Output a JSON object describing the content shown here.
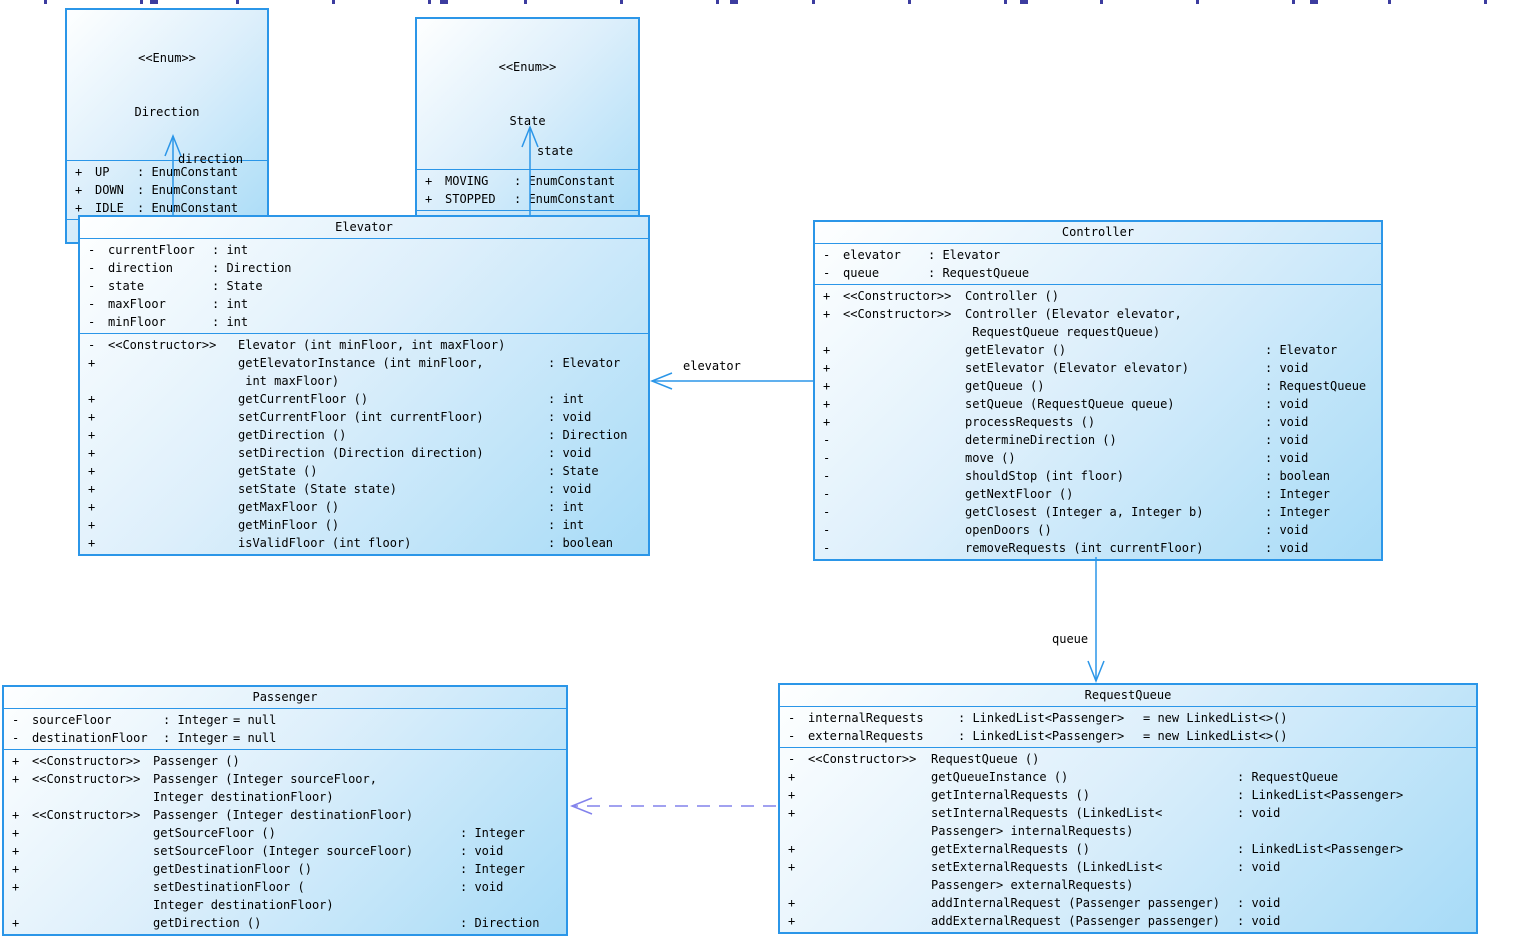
{
  "colors": {
    "box_border": "#2b96e8",
    "association_line": "#2b96e8",
    "dependency_line": "#8282ec",
    "box_fill_light": "#feffff",
    "box_fill_dark": "#a7dbf7"
  },
  "classes": [
    {
      "stereotype": "<<Enum>>",
      "name": "Direction",
      "attributes": [
        {
          "v": "+",
          "n": "UP",
          "t": ": EnumConstant",
          "d": ""
        },
        {
          "v": "+",
          "n": "DOWN",
          "t": ": EnumConstant",
          "d": ""
        },
        {
          "v": "+",
          "n": "IDLE",
          "t": ": EnumConstant",
          "d": ""
        }
      ],
      "methods": []
    },
    {
      "stereotype": "<<Enum>>",
      "name": "State",
      "attributes": [
        {
          "v": "+",
          "n": "MOVING",
          "t": ": EnumConstant",
          "d": ""
        },
        {
          "v": "+",
          "n": "STOPPED",
          "t": ": EnumConstant",
          "d": ""
        }
      ],
      "methods": []
    },
    {
      "stereotype": "",
      "name": "Elevator",
      "attributes": [
        {
          "v": "-",
          "n": "currentFloor",
          "t": ": int",
          "d": ""
        },
        {
          "v": "-",
          "n": "direction",
          "t": ": Direction",
          "d": ""
        },
        {
          "v": "-",
          "n": "state",
          "t": ": State",
          "d": ""
        },
        {
          "v": "-",
          "n": "maxFloor",
          "t": ": int",
          "d": ""
        },
        {
          "v": "-",
          "n": "minFloor",
          "t": ": int",
          "d": ""
        }
      ],
      "methods": [
        {
          "v": "-",
          "st": "<<Constructor>>",
          "s": "Elevator (int minFloor, int maxFloor)",
          "r": ""
        },
        {
          "v": "+",
          "st": "",
          "s": "getElevatorInstance (int minFloor,",
          "r": ": Elevator"
        },
        {
          "v": "",
          "st": "",
          "s": " int maxFloor)",
          "r": ""
        },
        {
          "v": "+",
          "st": "",
          "s": "getCurrentFloor ()",
          "r": ": int"
        },
        {
          "v": "+",
          "st": "",
          "s": "setCurrentFloor (int currentFloor)",
          "r": ": void"
        },
        {
          "v": "+",
          "st": "",
          "s": "getDirection ()",
          "r": ": Direction"
        },
        {
          "v": "+",
          "st": "",
          "s": "setDirection (Direction direction)",
          "r": ": void"
        },
        {
          "v": "+",
          "st": "",
          "s": "getState ()",
          "r": ": State"
        },
        {
          "v": "+",
          "st": "",
          "s": "setState (State state)",
          "r": ": void"
        },
        {
          "v": "+",
          "st": "",
          "s": "getMaxFloor ()",
          "r": ": int"
        },
        {
          "v": "+",
          "st": "",
          "s": "getMinFloor ()",
          "r": ": int"
        },
        {
          "v": "+",
          "st": "",
          "s": "isValidFloor (int floor)",
          "r": ": boolean"
        }
      ]
    },
    {
      "stereotype": "",
      "name": "Controller",
      "attributes": [
        {
          "v": "-",
          "n": "elevator",
          "t": ": Elevator",
          "d": ""
        },
        {
          "v": "-",
          "n": "queue",
          "t": ": RequestQueue",
          "d": ""
        }
      ],
      "methods": [
        {
          "v": "+",
          "st": "<<Constructor>>",
          "s": "Controller ()",
          "r": ""
        },
        {
          "v": "+",
          "st": "<<Constructor>>",
          "s": "Controller (Elevator elevator,",
          "r": ""
        },
        {
          "v": "",
          "st": "",
          "s": " RequestQueue requestQueue)",
          "r": ""
        },
        {
          "v": "+",
          "st": "",
          "s": "getElevator ()",
          "r": ": Elevator"
        },
        {
          "v": "+",
          "st": "",
          "s": "setElevator (Elevator elevator)",
          "r": ": void"
        },
        {
          "v": "+",
          "st": "",
          "s": "getQueue ()",
          "r": ": RequestQueue"
        },
        {
          "v": "+",
          "st": "",
          "s": "setQueue (RequestQueue queue)",
          "r": ": void"
        },
        {
          "v": "+",
          "st": "",
          "s": "processRequests ()",
          "r": ": void"
        },
        {
          "v": "-",
          "st": "",
          "s": "determineDirection ()",
          "r": ": void"
        },
        {
          "v": "-",
          "st": "",
          "s": "move ()",
          "r": ": void"
        },
        {
          "v": "-",
          "st": "",
          "s": "shouldStop (int floor)",
          "r": ": boolean"
        },
        {
          "v": "-",
          "st": "",
          "s": "getNextFloor ()",
          "r": ": Integer"
        },
        {
          "v": "-",
          "st": "",
          "s": "getClosest (Integer a, Integer b)",
          "r": ": Integer"
        },
        {
          "v": "-",
          "st": "",
          "s": "openDoors ()",
          "r": ": void"
        },
        {
          "v": "-",
          "st": "",
          "s": "removeRequests (int currentFloor)",
          "r": ": void"
        }
      ]
    },
    {
      "stereotype": "",
      "name": "Passenger",
      "attributes": [
        {
          "v": "-",
          "n": "sourceFloor",
          "t": ": Integer",
          "d": "= null"
        },
        {
          "v": "-",
          "n": "destinationFloor",
          "t": ": Integer",
          "d": "= null"
        }
      ],
      "methods": [
        {
          "v": "+",
          "st": "<<Constructor>>",
          "s": "Passenger ()",
          "r": ""
        },
        {
          "v": "+",
          "st": "<<Constructor>>",
          "s": "Passenger (Integer sourceFloor,",
          "r": ""
        },
        {
          "v": "",
          "st": "",
          "s": "Integer destinationFloor)",
          "r": ""
        },
        {
          "v": "+",
          "st": "<<Constructor>>",
          "s": "Passenger (Integer destinationFloor)",
          "r": ""
        },
        {
          "v": "+",
          "st": "",
          "s": "getSourceFloor ()",
          "r": ": Integer"
        },
        {
          "v": "+",
          "st": "",
          "s": "setSourceFloor (Integer sourceFloor)",
          "r": ": void"
        },
        {
          "v": "+",
          "st": "",
          "s": "getDestinationFloor ()",
          "r": ": Integer"
        },
        {
          "v": "+",
          "st": "",
          "s": "setDestinationFloor (",
          "r": ": void"
        },
        {
          "v": "",
          "st": "",
          "s": "Integer destinationFloor)",
          "r": ""
        },
        {
          "v": "+",
          "st": "",
          "s": "getDirection ()",
          "r": ": Direction"
        }
      ]
    },
    {
      "stereotype": "",
      "name": "RequestQueue",
      "attributes": [
        {
          "v": "-",
          "n": "internalRequests",
          "t": ": LinkedList<Passenger>",
          "d": "= new LinkedList<>()"
        },
        {
          "v": "-",
          "n": "externalRequests",
          "t": ": LinkedList<Passenger>",
          "d": "= new LinkedList<>()"
        }
      ],
      "methods": [
        {
          "v": "-",
          "st": "<<Constructor>>",
          "s": "RequestQueue ()",
          "r": ""
        },
        {
          "v": "+",
          "st": "",
          "s": "getQueueInstance ()",
          "r": ": RequestQueue"
        },
        {
          "v": "+",
          "st": "",
          "s": "getInternalRequests ()",
          "r": ": LinkedList<Passenger>"
        },
        {
          "v": "+",
          "st": "",
          "s": "setInternalRequests (LinkedList<",
          "r": ": void"
        },
        {
          "v": "",
          "st": "",
          "s": "Passenger> internalRequests)",
          "r": ""
        },
        {
          "v": "+",
          "st": "",
          "s": "getExternalRequests ()",
          "r": ": LinkedList<Passenger>"
        },
        {
          "v": "+",
          "st": "",
          "s": "setExternalRequests (LinkedList<",
          "r": ": void"
        },
        {
          "v": "",
          "st": "",
          "s": "Passenger> externalRequests)",
          "r": ""
        },
        {
          "v": "+",
          "st": "",
          "s": "addInternalRequest (Passenger passenger)",
          "r": ": void"
        },
        {
          "v": "+",
          "st": "",
          "s": "addExternalRequest (Passenger passenger)",
          "r": ": void"
        }
      ]
    }
  ],
  "connectors": {
    "direction": {
      "label": "direction"
    },
    "state": {
      "label": "state"
    },
    "elevator": {
      "label": "elevator"
    },
    "queue": {
      "label": "queue"
    },
    "passenger_dependency": {
      "label": ""
    }
  }
}
